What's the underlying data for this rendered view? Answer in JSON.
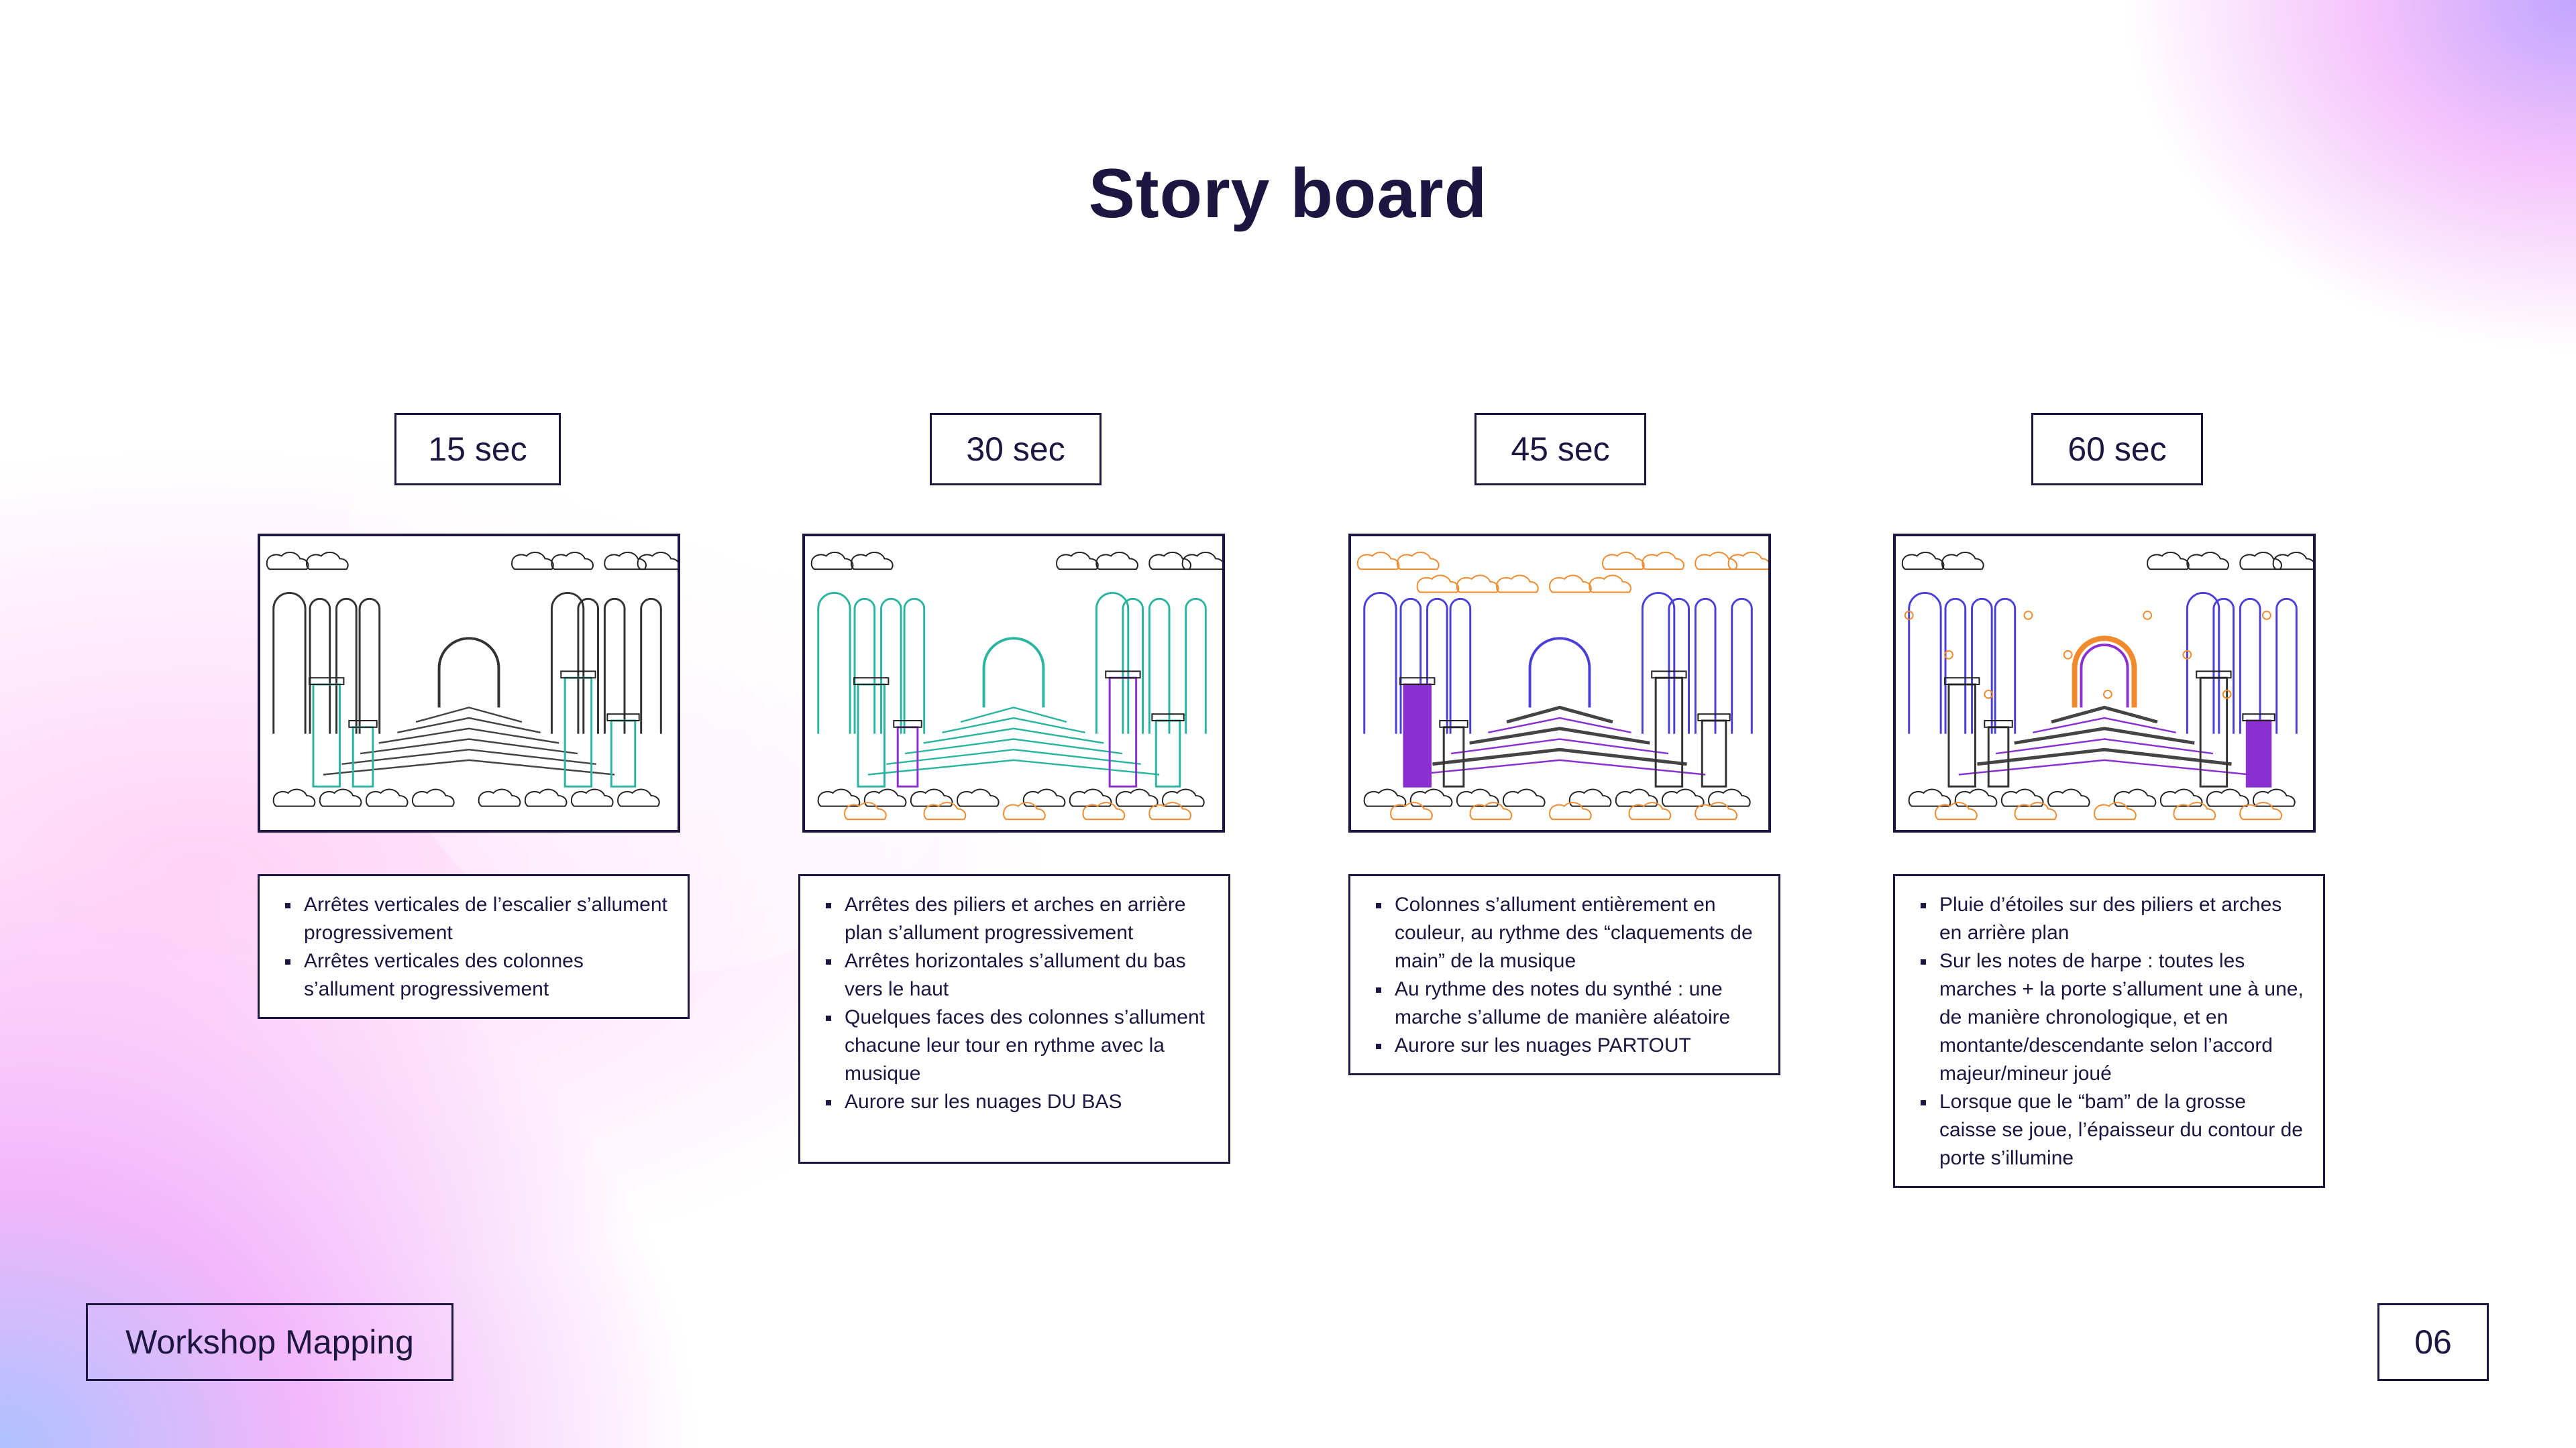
{
  "title": "Story board",
  "frames": [
    {
      "time": "15 sec",
      "image": "storyboard-sketch-15s",
      "notes": [
        "Arrêtes verticales  de l’escalier s’allument progressivement",
        "Arrêtes verticales des colonnes s’allument progressivement"
      ]
    },
    {
      "time": "30 sec",
      "image": "storyboard-sketch-30s",
      "notes": [
        "Arrêtes des piliers et arches en arrière plan s’allument progressivement",
        "Arrêtes horizontales s’allument du bas vers le haut",
        "Quelques faces des colonnes s’allument chacune leur tour en rythme avec la musique",
        "Aurore sur les nuages DU BAS"
      ]
    },
    {
      "time": "45 sec",
      "image": "storyboard-sketch-45s",
      "notes": [
        "Colonnes s’allument entièrement en couleur, au rythme des “claquements de main” de la musique",
        "Au rythme des notes du synthé : une marche s’allume de manière aléatoire",
        "Aurore sur les nuages PARTOUT"
      ]
    },
    {
      "time": "60 sec",
      "image": "storyboard-sketch-60s",
      "notes": [
        "Pluie d’étoiles sur des piliers et arches en arrière plan",
        "Sur les notes de harpe : toutes les marches + la porte s’allument une à une, de manière chronologique, et en montante/descendante selon l’accord majeur/mineur joué",
        "Lorsque que le “bam” de la grosse caisse se joue, l’épaisseur du contour de porte s’illumine"
      ]
    }
  ],
  "footer": {
    "label": "Workshop Mapping",
    "page": "06"
  },
  "colors": {
    "ink": "#1c1640",
    "teal": "#2bb5a0",
    "purple": "#8a2fd0",
    "blue": "#4a3fd8",
    "orange": "#f08a2c"
  }
}
